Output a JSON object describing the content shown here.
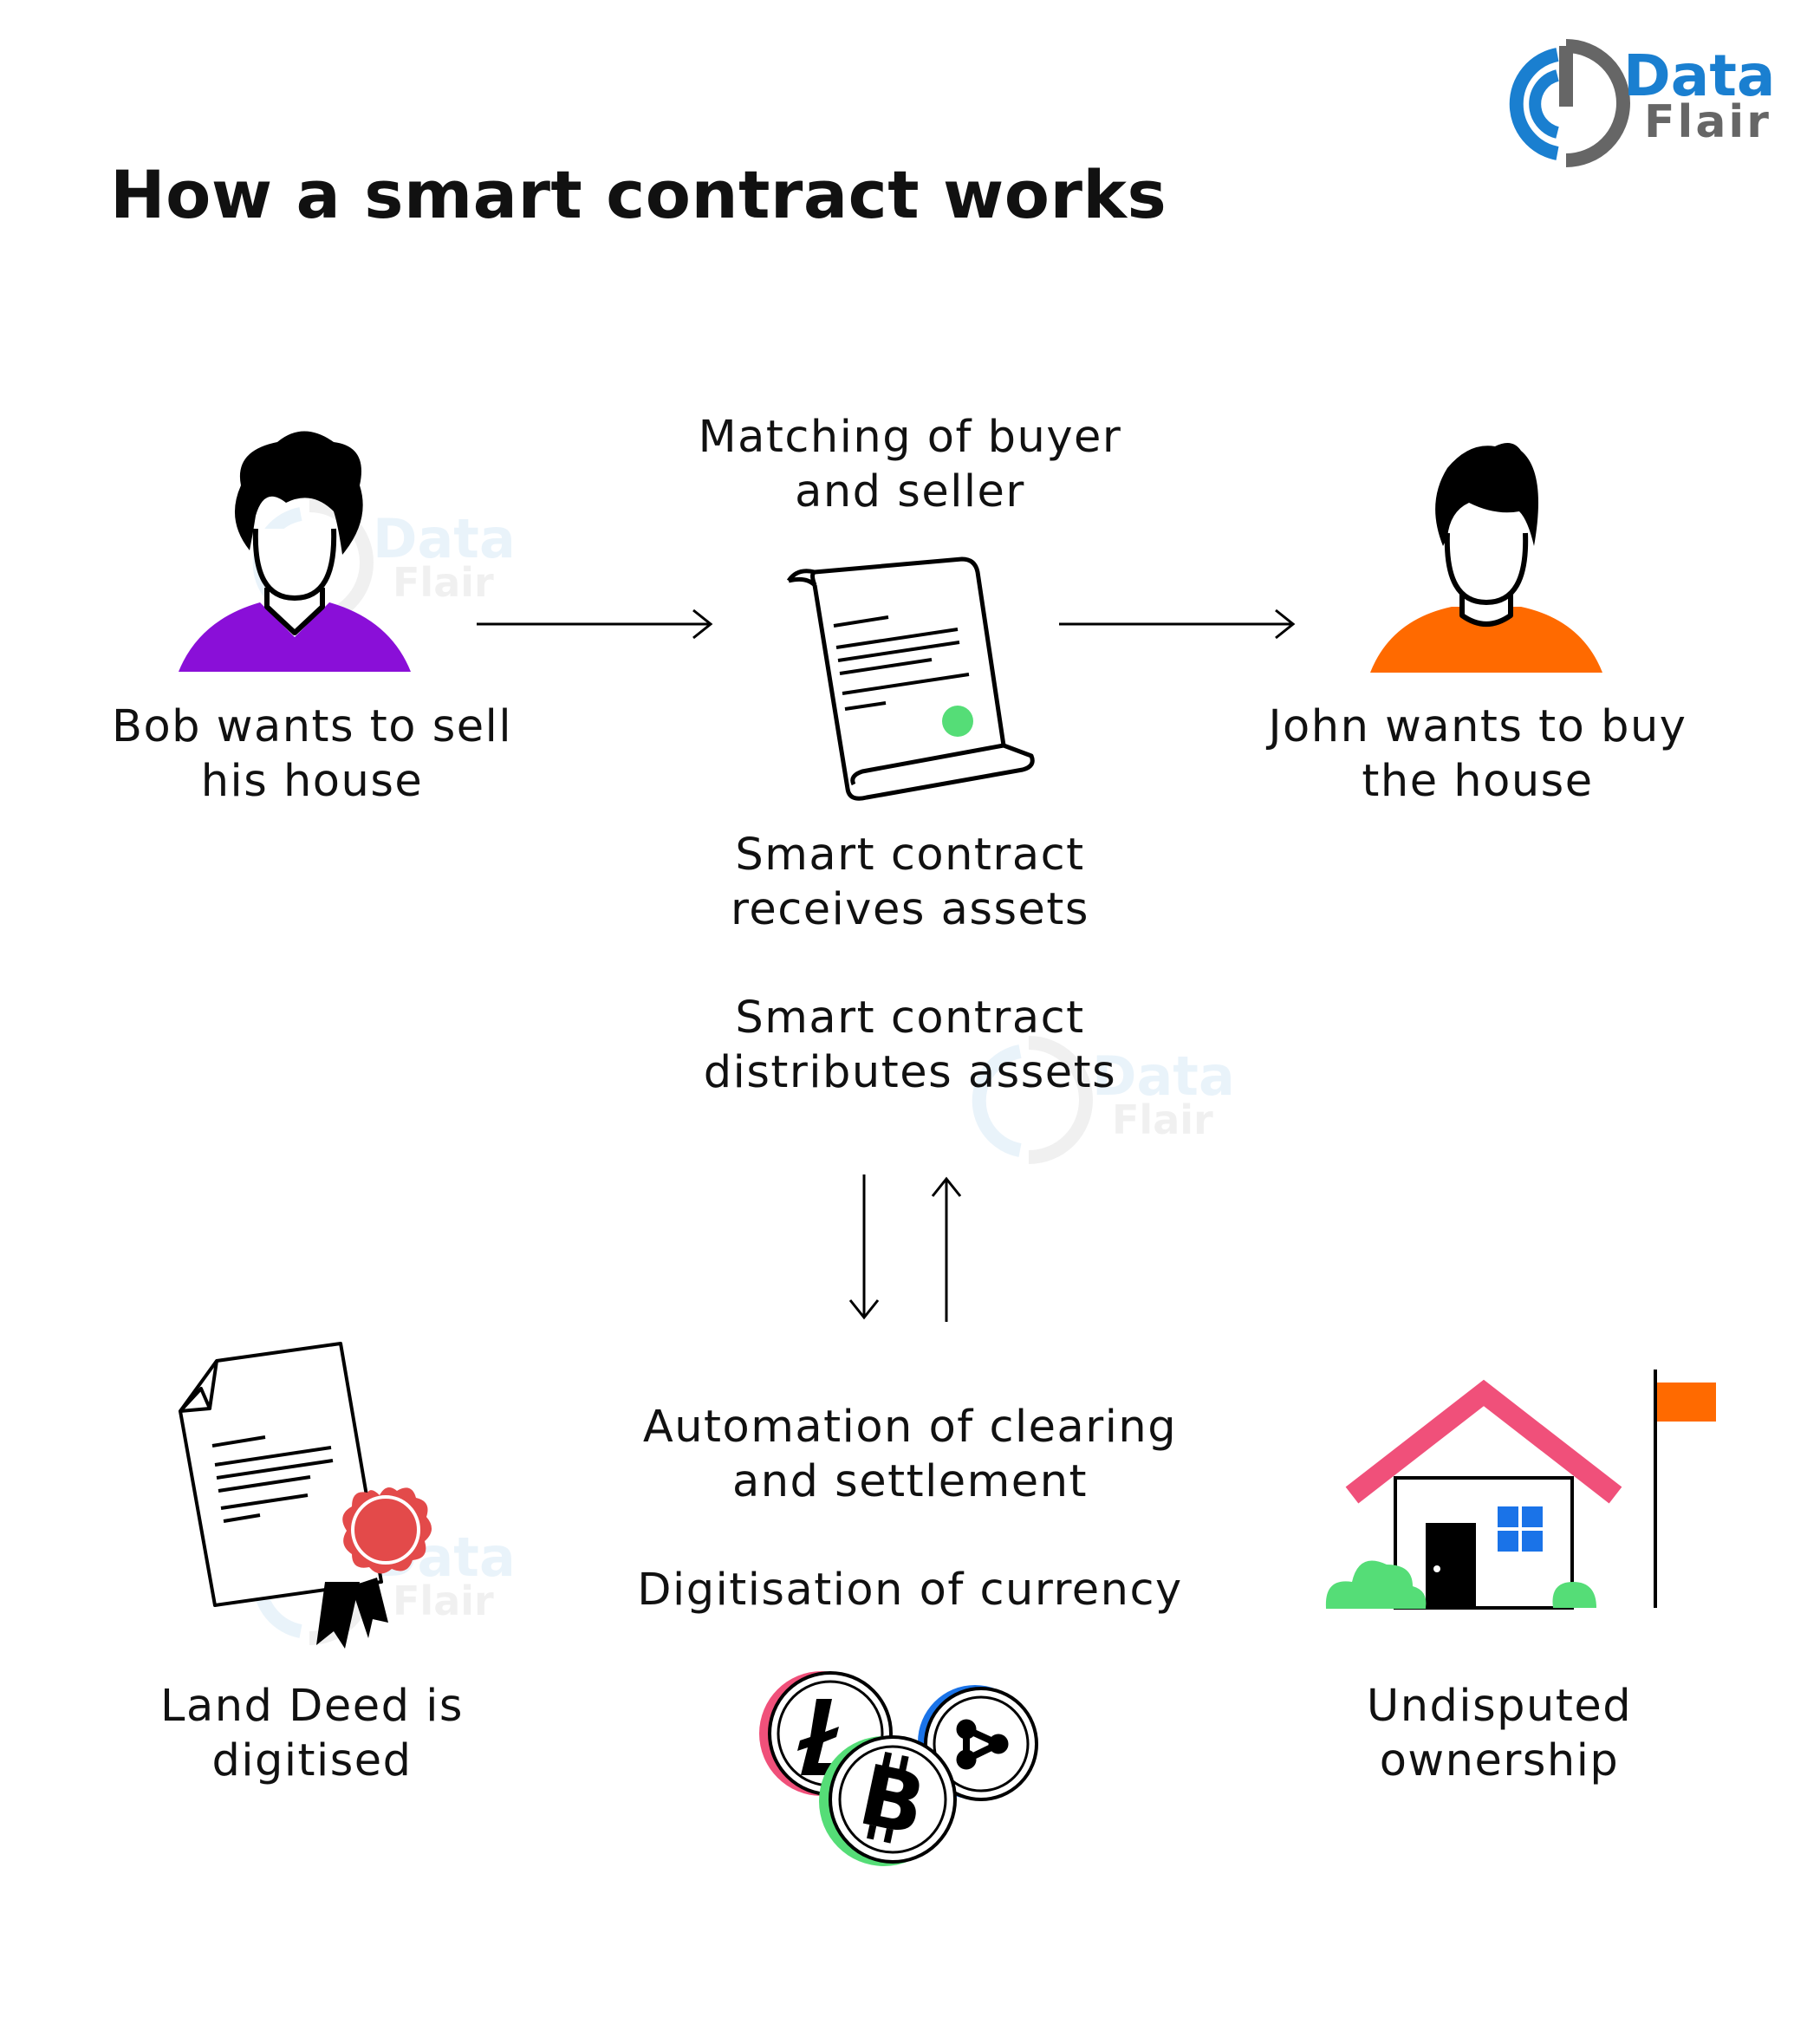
{
  "title": "How a smart contract works",
  "logo": {
    "line1": "Data",
    "line2": "Flair"
  },
  "watermark": {
    "line1": "Data",
    "line2": "Flair"
  },
  "nodes": {
    "seller": {
      "line1": "Bob wants to sell",
      "line2": "his house",
      "icon": "seller-person-icon"
    },
    "matching": {
      "line1": "Matching of buyer",
      "line2": "and seller"
    },
    "contract": {
      "icon": "contract-scroll-icon"
    },
    "buyer": {
      "line1": "John wants to buy",
      "line2": "the house",
      "icon": "buyer-person-icon"
    },
    "receives": {
      "line1": "Smart contract",
      "line2": "receives assets"
    },
    "distributes": {
      "line1": "Smart contract",
      "line2": "distributes assets"
    },
    "automation": {
      "line1": "Automation of clearing",
      "line2": "and settlement"
    },
    "digitisation": {
      "line1": "Digitisation of currency",
      "icon": "crypto-coins-icon"
    },
    "deed": {
      "line1": "Land Deed is",
      "line2": "digitised",
      "icon": "land-deed-icon"
    },
    "ownership": {
      "line1": "Undisputed",
      "line2": "ownership",
      "icon": "house-with-flag-icon"
    }
  },
  "colors": {
    "seller_shirt": "#8a0fd8",
    "buyer_shirt": "#ff6a00",
    "seal_green": "#55dd77",
    "deed_seal": "#e34a4a",
    "roof": "#f0507a",
    "flag": "#ff6a00",
    "window": "#1a73e8",
    "bush": "#55dd77",
    "logo_blue": "#1a7fd0",
    "logo_gray": "#666666"
  }
}
